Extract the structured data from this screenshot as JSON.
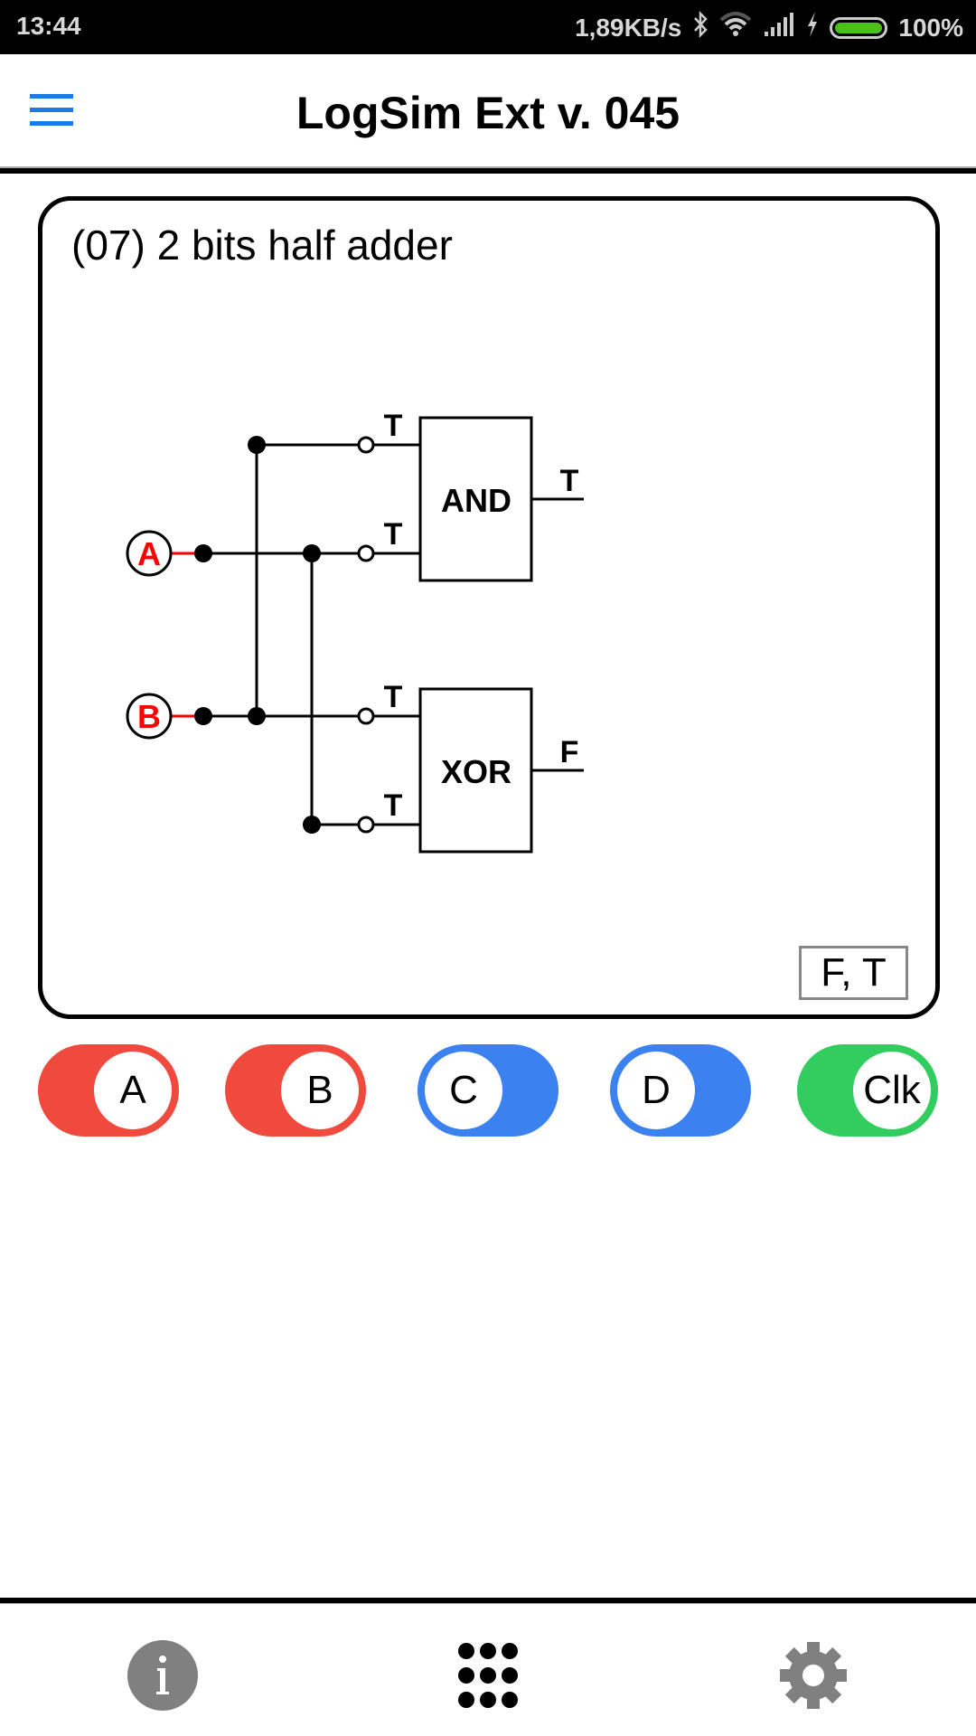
{
  "status_bar": {
    "time": "13:44",
    "network_speed": "1,89KB/s",
    "battery_percent": "100%",
    "battery_level": 1.0,
    "icons": [
      "bluetooth-icon",
      "wifi-icon",
      "signal-icon",
      "charging-icon",
      "battery-icon"
    ]
  },
  "app_bar": {
    "title": "LogSim Ext v. 045",
    "menu_icon": "hamburger-menu-icon"
  },
  "circuit": {
    "title": "(07) 2 bits half adder",
    "inputs": [
      {
        "label": "A",
        "color": "#ff0000"
      },
      {
        "label": "B",
        "color": "#ff0000"
      }
    ],
    "gates": [
      {
        "type": "AND",
        "input_values": [
          "T",
          "T"
        ],
        "output_value": "T"
      },
      {
        "type": "XOR",
        "input_values": [
          "T",
          "T"
        ],
        "output_value": "F"
      }
    ],
    "result": "F, T"
  },
  "toggles": [
    {
      "label": "A",
      "state": "on",
      "color": "#f04a3e"
    },
    {
      "label": "B",
      "state": "on",
      "color": "#f04a3e"
    },
    {
      "label": "C",
      "state": "off",
      "color": "#3b82f0"
    },
    {
      "label": "D",
      "state": "off",
      "color": "#3b82f0"
    },
    {
      "label": "Clk",
      "state": "on",
      "color": "#33cc5e"
    }
  ],
  "bottom_nav": [
    {
      "name": "info",
      "icon": "info-icon"
    },
    {
      "name": "circuits",
      "icon": "grid-icon"
    },
    {
      "name": "settings",
      "icon": "gear-icon"
    }
  ]
}
